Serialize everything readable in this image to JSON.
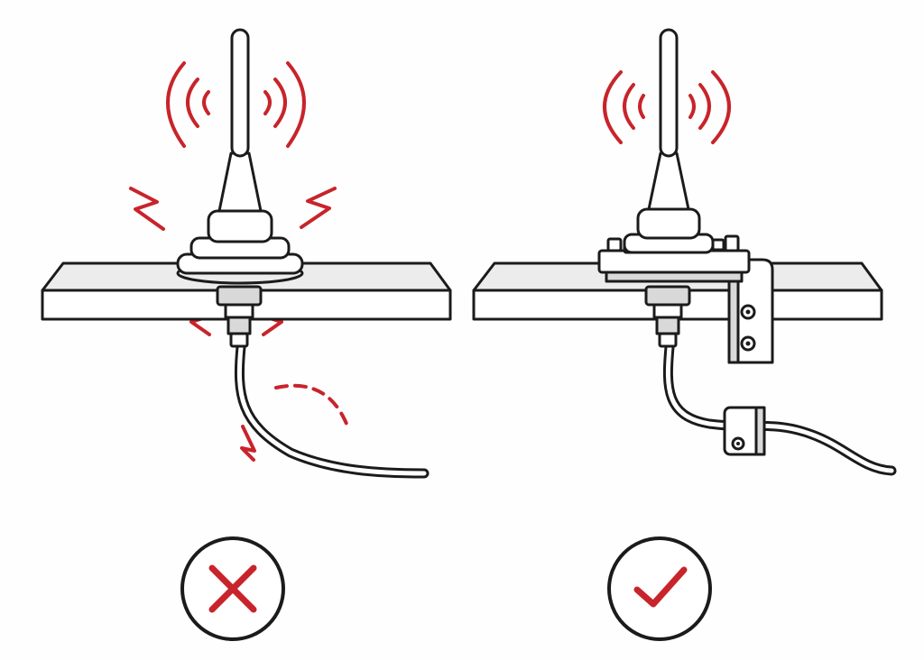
{
  "panels": [
    {
      "id": "incorrect",
      "verdict": "incorrect",
      "verdict_icon": "cross-icon",
      "depicts": [
        "antenna",
        "mounting-plate",
        "coax-cable",
        "vibration-marks",
        "stress-marks"
      ]
    },
    {
      "id": "correct",
      "verdict": "correct",
      "verdict_icon": "checkmark-icon",
      "depicts": [
        "antenna",
        "mounting-bracket",
        "bolts",
        "coax-cable",
        "cable-clamp"
      ]
    }
  ],
  "colors": {
    "ink": "#1b1b1b",
    "accent_red": "#c8242b",
    "background": "#fefefe",
    "shade": "#d9d9d9"
  }
}
